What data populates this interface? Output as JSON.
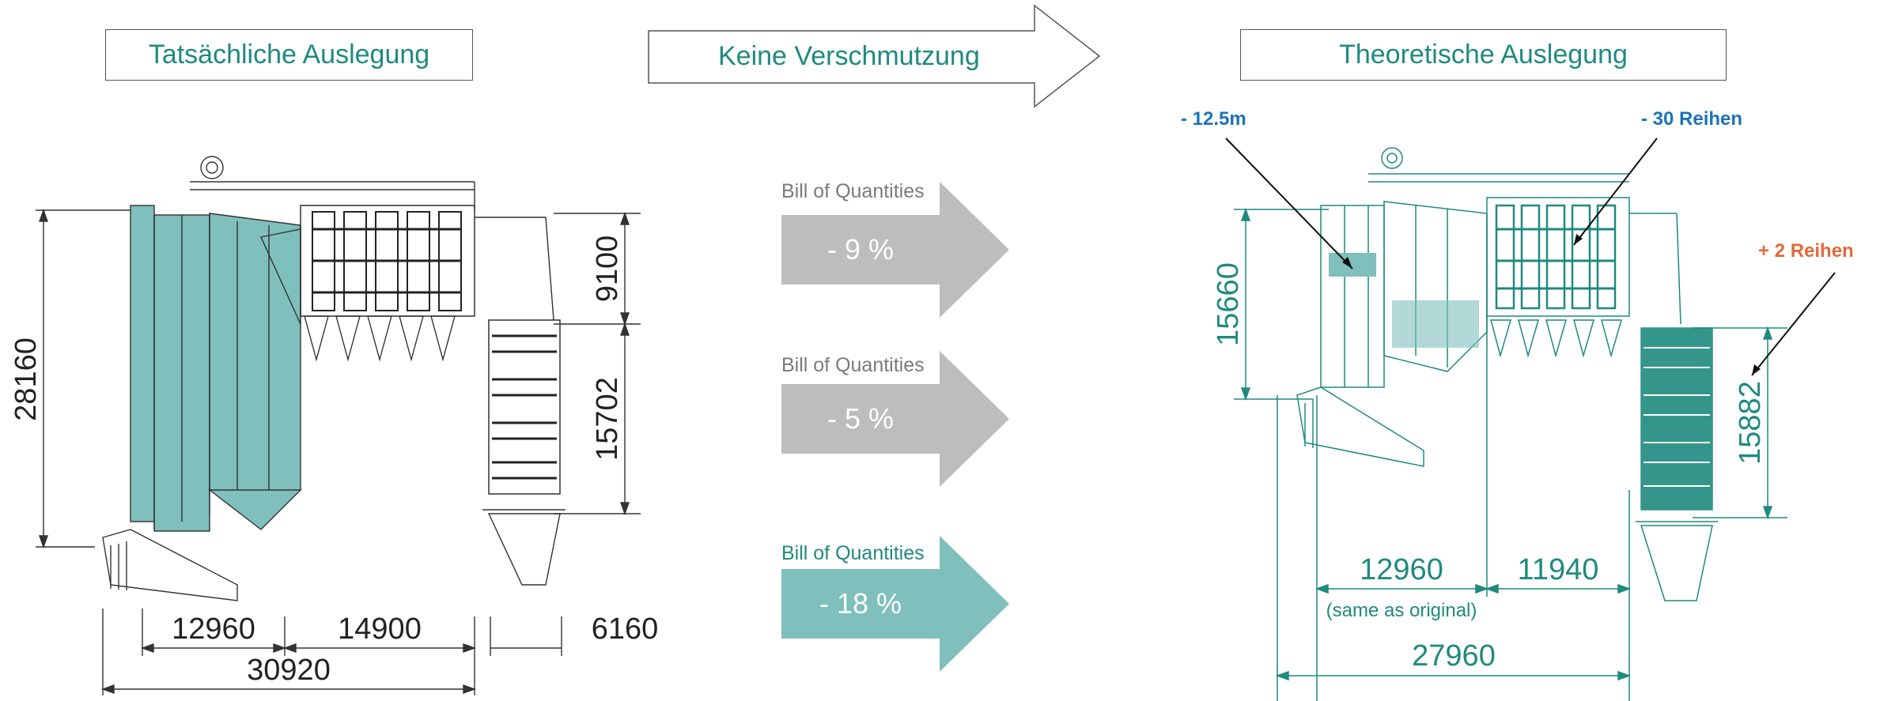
{
  "headers": {
    "actual": "Tatsächliche Auslegung",
    "no_fouling": "Keine Verschmutzung",
    "theoretical": "Theoretische Auslegung"
  },
  "bill_of_quantities": [
    {
      "label": "Bill of Quantities",
      "value": "- 9 %",
      "color": "#bdbdbd",
      "label_color": "#7a7a7a"
    },
    {
      "label": "Bill of Quantities",
      "value": "- 5 %",
      "color": "#bdbdbd",
      "label_color": "#7a7a7a"
    },
    {
      "label": "Bill of Quantities",
      "value": "- 18 %",
      "color": "#7fbfbc",
      "label_color": "#1f8a7e"
    }
  ],
  "left_dimensions": {
    "height_total": "28160",
    "height_upper": "9100",
    "height_lower": "15702",
    "width_a": "12960",
    "width_b": "14900",
    "width_c": "6160",
    "width_total": "30920"
  },
  "right_dimensions": {
    "height_left": "15660",
    "height_right": "15882",
    "width_a": "12960",
    "width_a_note": "(same as original)",
    "width_b": "11940",
    "width_total": "27960"
  },
  "annotations": {
    "height_change": "- 12.5m",
    "rows_removed": "- 30 Reihen",
    "rows_added": "+ 2 Reihen"
  },
  "colors": {
    "teal": "#1f8a7e",
    "teal_fill": "#7fbfbc",
    "blue_annot": "#1b74b8",
    "orange_annot": "#e06a3a",
    "gray": "#bdbdbd"
  }
}
